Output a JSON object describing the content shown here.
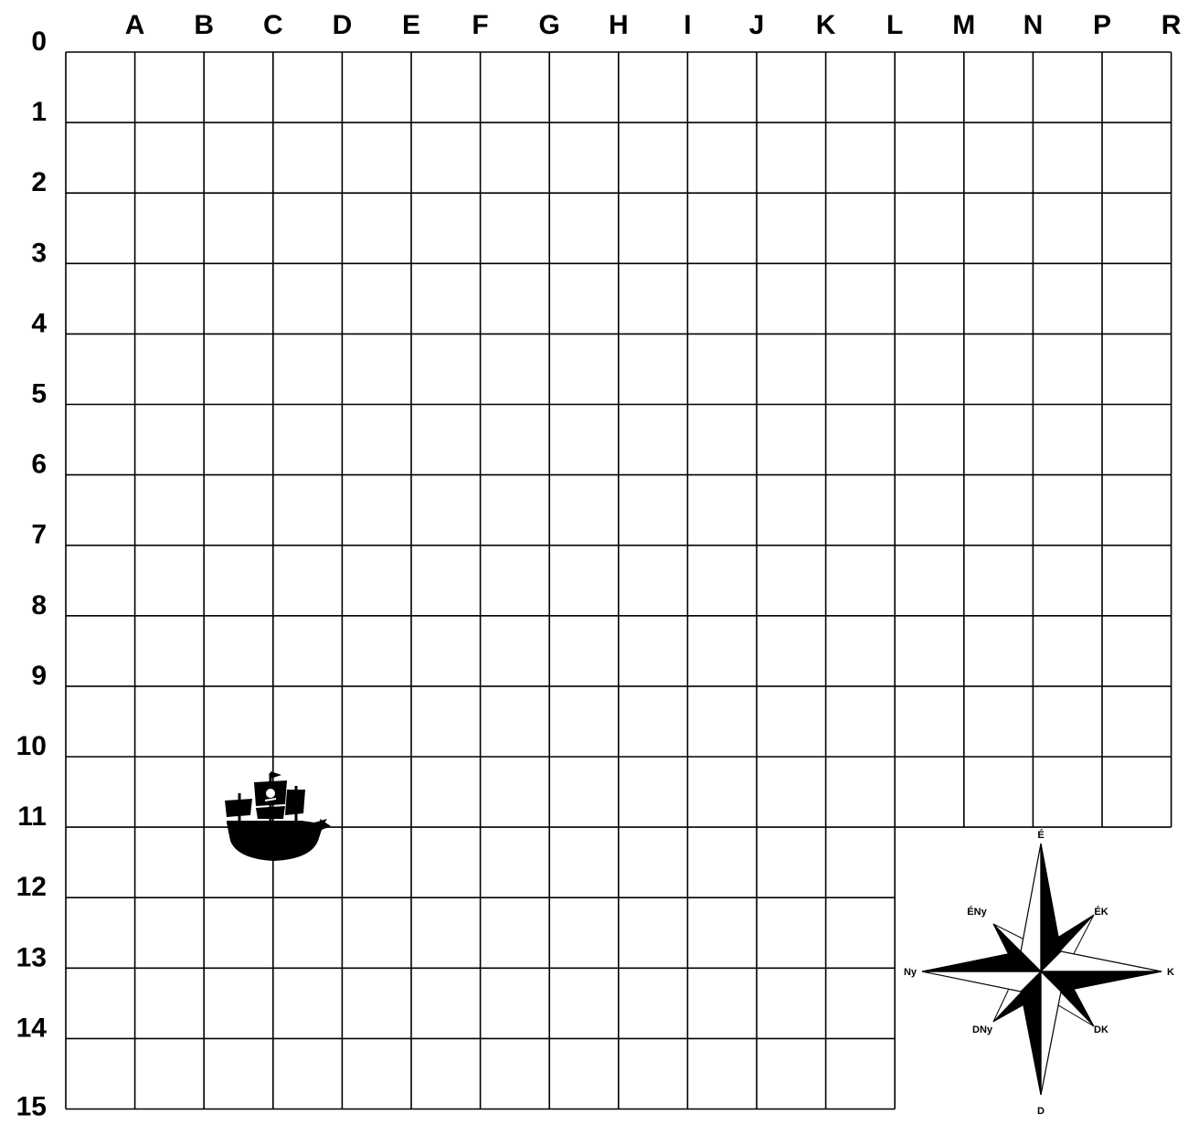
{
  "board": {
    "columns": [
      "A",
      "B",
      "C",
      "D",
      "E",
      "F",
      "G",
      "H",
      "I",
      "J",
      "K",
      "L",
      "M",
      "N",
      "P",
      "R"
    ],
    "rows": [
      "0",
      "1",
      "2",
      "3",
      "4",
      "5",
      "6",
      "7",
      "8",
      "9",
      "10",
      "11",
      "12",
      "13",
      "14",
      "15"
    ]
  },
  "ship": {
    "icon": "pirate-ship-icon",
    "column": "C",
    "row": "11",
    "color": "#000000"
  },
  "compass": {
    "icon": "compass-rose-icon",
    "north": "É",
    "south": "D",
    "east": "K",
    "west": "Ny",
    "northeast": "ÉK",
    "northwest": "ÉNy",
    "southeast": "DK",
    "southwest": "DNy"
  }
}
